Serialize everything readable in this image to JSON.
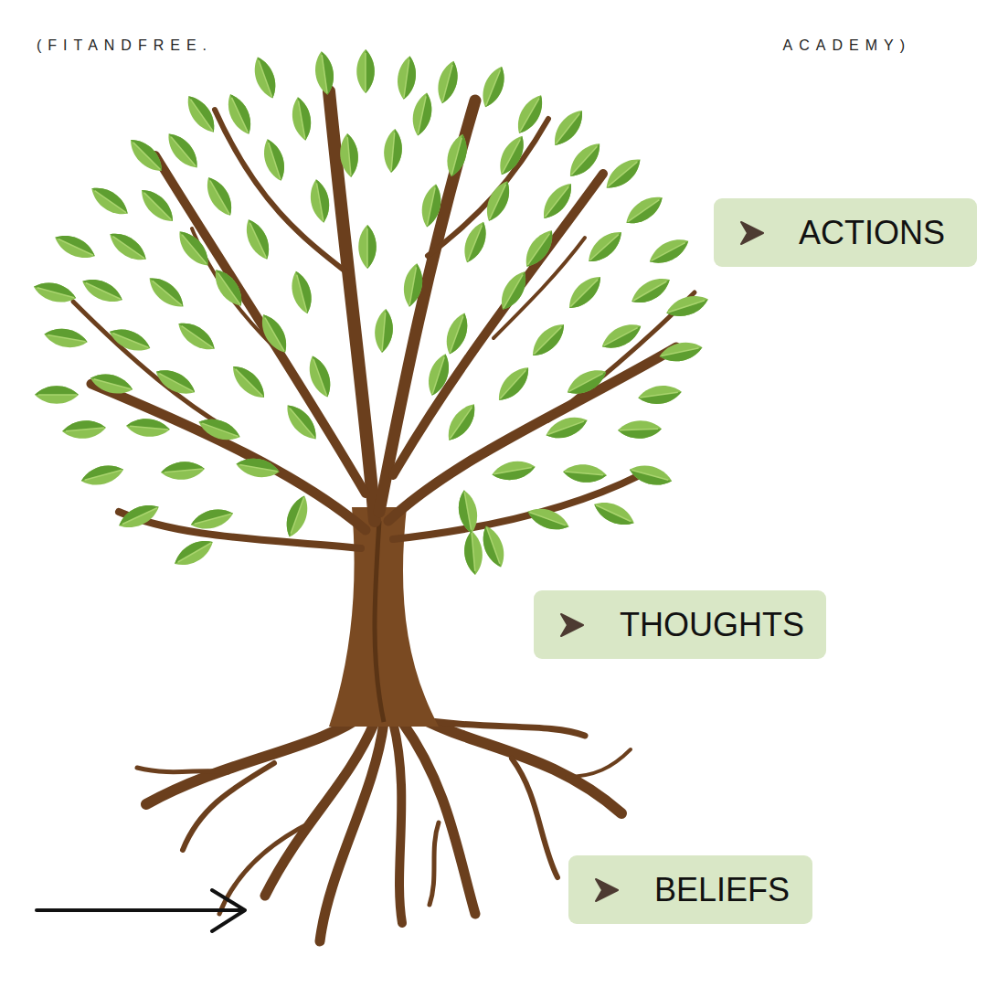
{
  "diagram": {
    "nodes": [
      {
        "text": [
          "ACTIONS"
        ]
      },
      {
        "text": [
          "THOUGHTS"
        ]
      },
      {
        "text": [
          "BELIEFS"
        ]
      }
    ],
    "labels": [
      "(FITANDFREE.",
      "ACADEMY)"
    ]
  }
}
